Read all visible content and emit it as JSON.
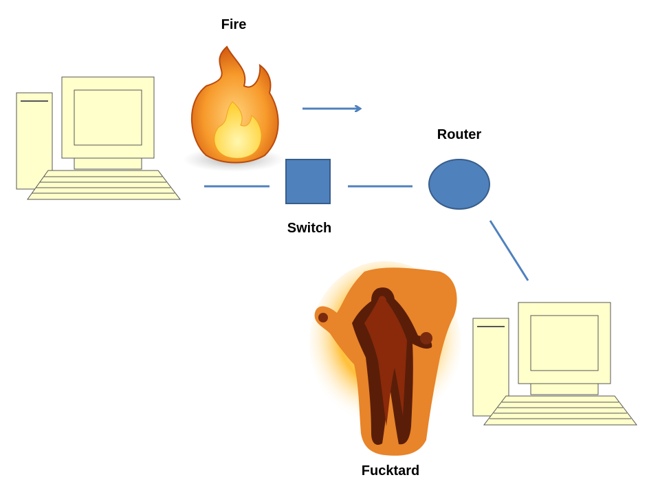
{
  "labels": {
    "fire": "Fire",
    "router": "Router",
    "switch": "Switch",
    "person": "Fucktard"
  },
  "colors": {
    "node_fill": "#4f81bd",
    "node_stroke": "#385d8a",
    "link": "#4f81bd",
    "computer_fill": "#ffffcc",
    "computer_stroke": "#555555"
  },
  "icons": {
    "left_computer": "desktop-computer-icon",
    "right_computer": "desktop-computer-icon",
    "firewall": "fire-icon",
    "person": "burning-person-icon"
  }
}
